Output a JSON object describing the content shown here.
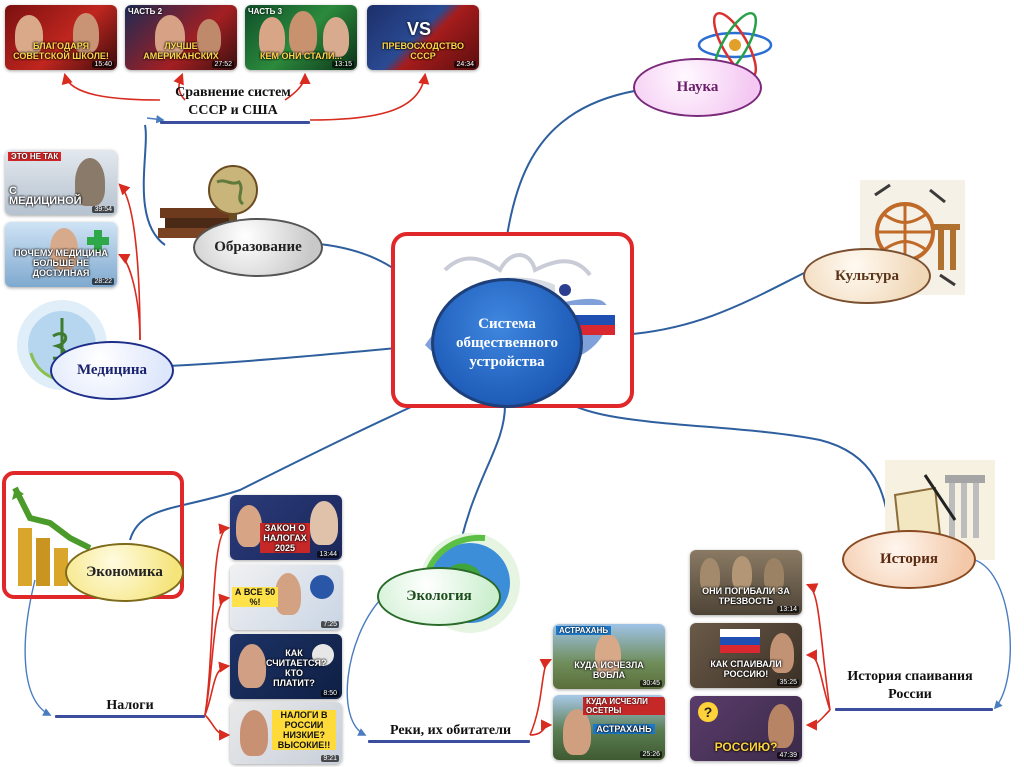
{
  "center": {
    "label": "Система общественного устройства"
  },
  "nodes": {
    "education": "Образование",
    "science": "Наука",
    "culture": "Культура",
    "medicine": "Медицина",
    "economy": "Экономика",
    "ecology": "Экология",
    "history": "История"
  },
  "labels": {
    "compare": "Сравнение систем СССР и США",
    "taxes": "Налоги",
    "rivers": "Реки, их обитатели",
    "history_sub": "История спаивания России"
  },
  "thumbs": {
    "top1": {
      "top": "",
      "caption": "Благодаря советской школе!",
      "dur": "15:40"
    },
    "top2": {
      "top": "Часть 2",
      "caption": "Лучше американских",
      "dur": "27:52"
    },
    "top3": {
      "top": "Часть 3",
      "caption": "Кем они стали...",
      "dur": "13:15"
    },
    "top4": {
      "top": "",
      "caption": "Превосходство СССР",
      "dur": "24:34"
    },
    "med1": {
      "top": "Это не так",
      "caption": "с медициной",
      "dur": "39:54"
    },
    "med2": {
      "top": "",
      "caption": "Почему медицина больше не доступная",
      "dur": "28:22"
    },
    "tax1": {
      "top": "",
      "caption": "Закон о налогах 2025",
      "dur": "13:44"
    },
    "tax2": {
      "top": "",
      "caption": "А все 50 %!",
      "dur": "7:25"
    },
    "tax3": {
      "top": "",
      "caption": "Как считается? Кто платит?",
      "dur": "8:50"
    },
    "tax4": {
      "top": "",
      "caption": "Налоги в России низкие? Высокие!!",
      "dur": "9:21"
    },
    "riv1": {
      "top": "Астрахань",
      "caption": "Куда исчезла вобла",
      "dur": "30:45"
    },
    "riv2": {
      "top": "Куда исчезли осетры",
      "caption": "Астрахань",
      "dur": "25:26"
    },
    "his1": {
      "top": "",
      "caption": "Они погибали за трезвость",
      "dur": "13:14"
    },
    "his2": {
      "top": "",
      "caption": "Как спаивали Россию!",
      "dur": "35:25"
    },
    "his3": {
      "top": "",
      "caption": "Россию?",
      "dur": "47:39"
    }
  },
  "colors": {
    "connector": "#2e5f9e",
    "arrow": "#d92b1f",
    "highlight": "#e0272a",
    "text": "#111111"
  }
}
